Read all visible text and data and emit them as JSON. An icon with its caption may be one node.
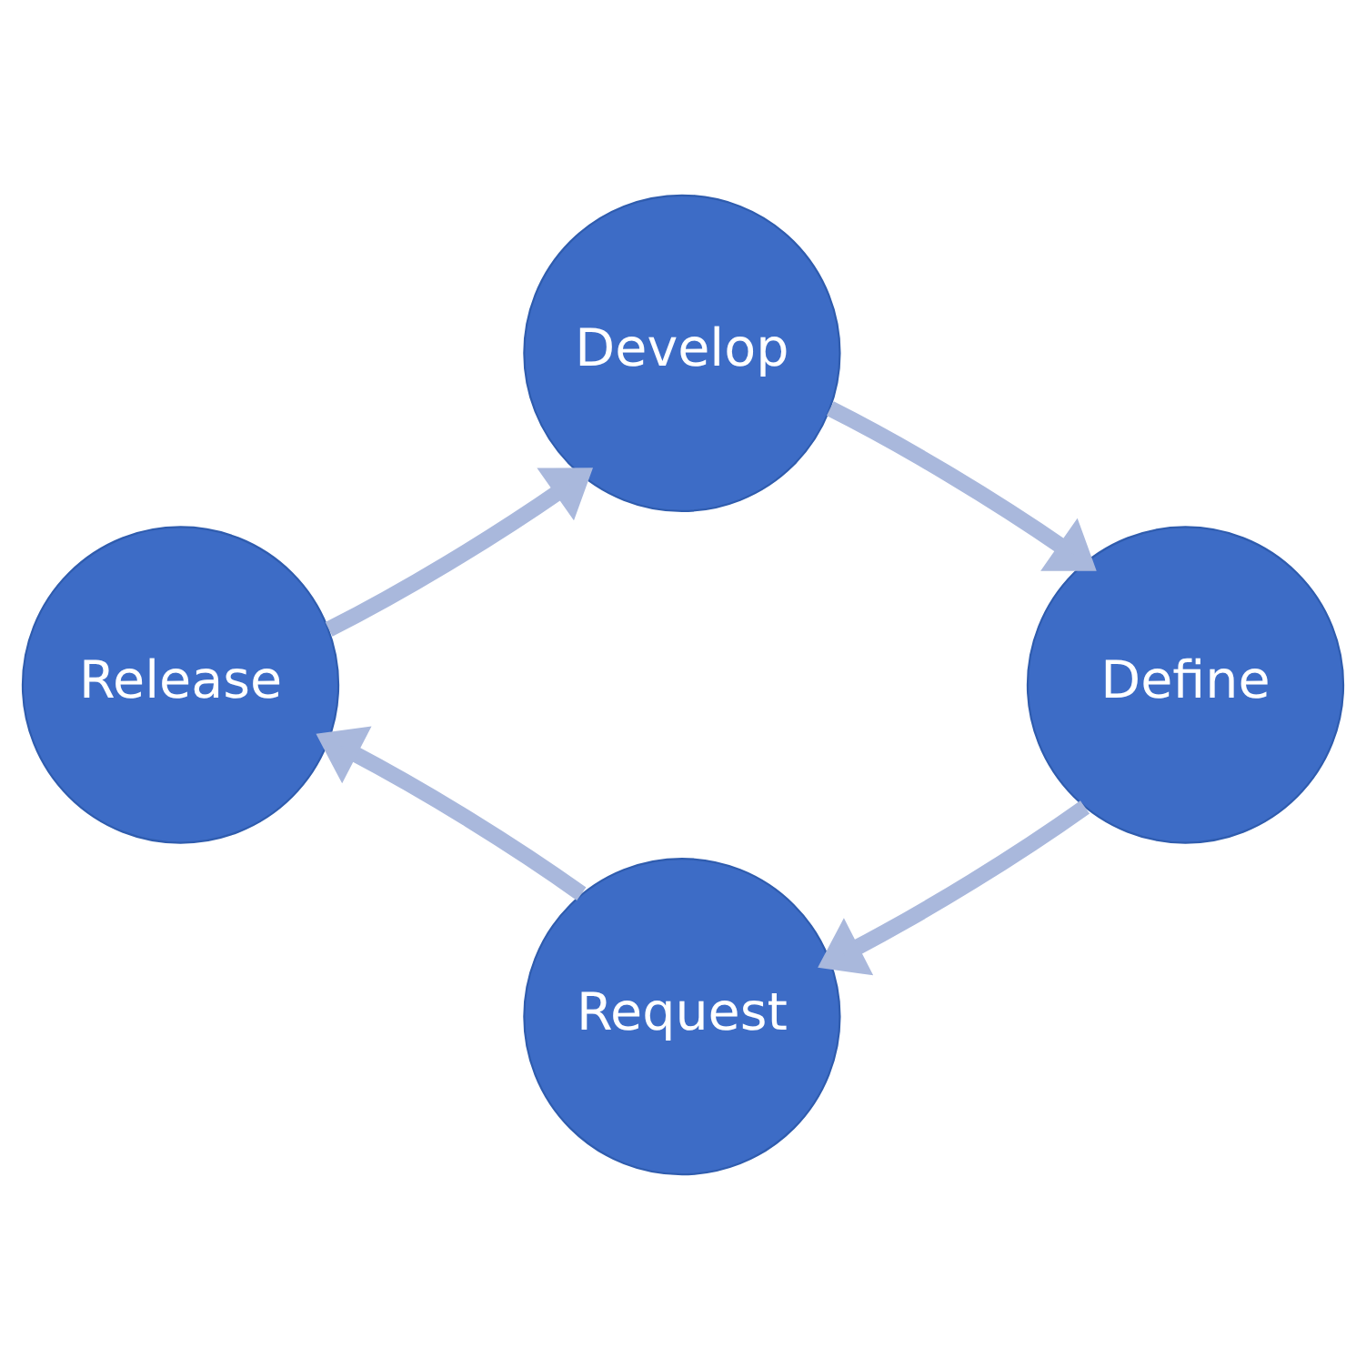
{
  "diagram": {
    "nodes": [
      {
        "text": [
          "Develop"
        ]
      },
      {
        "text": [
          "Release"
        ]
      },
      {
        "text": [
          "Define"
        ]
      },
      {
        "text": [
          "Request"
        ]
      }
    ],
    "edges": [
      {
        "from": 0,
        "to": 2,
        "arrow": "to"
      },
      {
        "from": 2,
        "to": 3,
        "arrow": "to"
      },
      {
        "from": 3,
        "to": 1,
        "arrow": "to"
      },
      {
        "from": 1,
        "to": 0,
        "arrow": "to"
      }
    ]
  }
}
